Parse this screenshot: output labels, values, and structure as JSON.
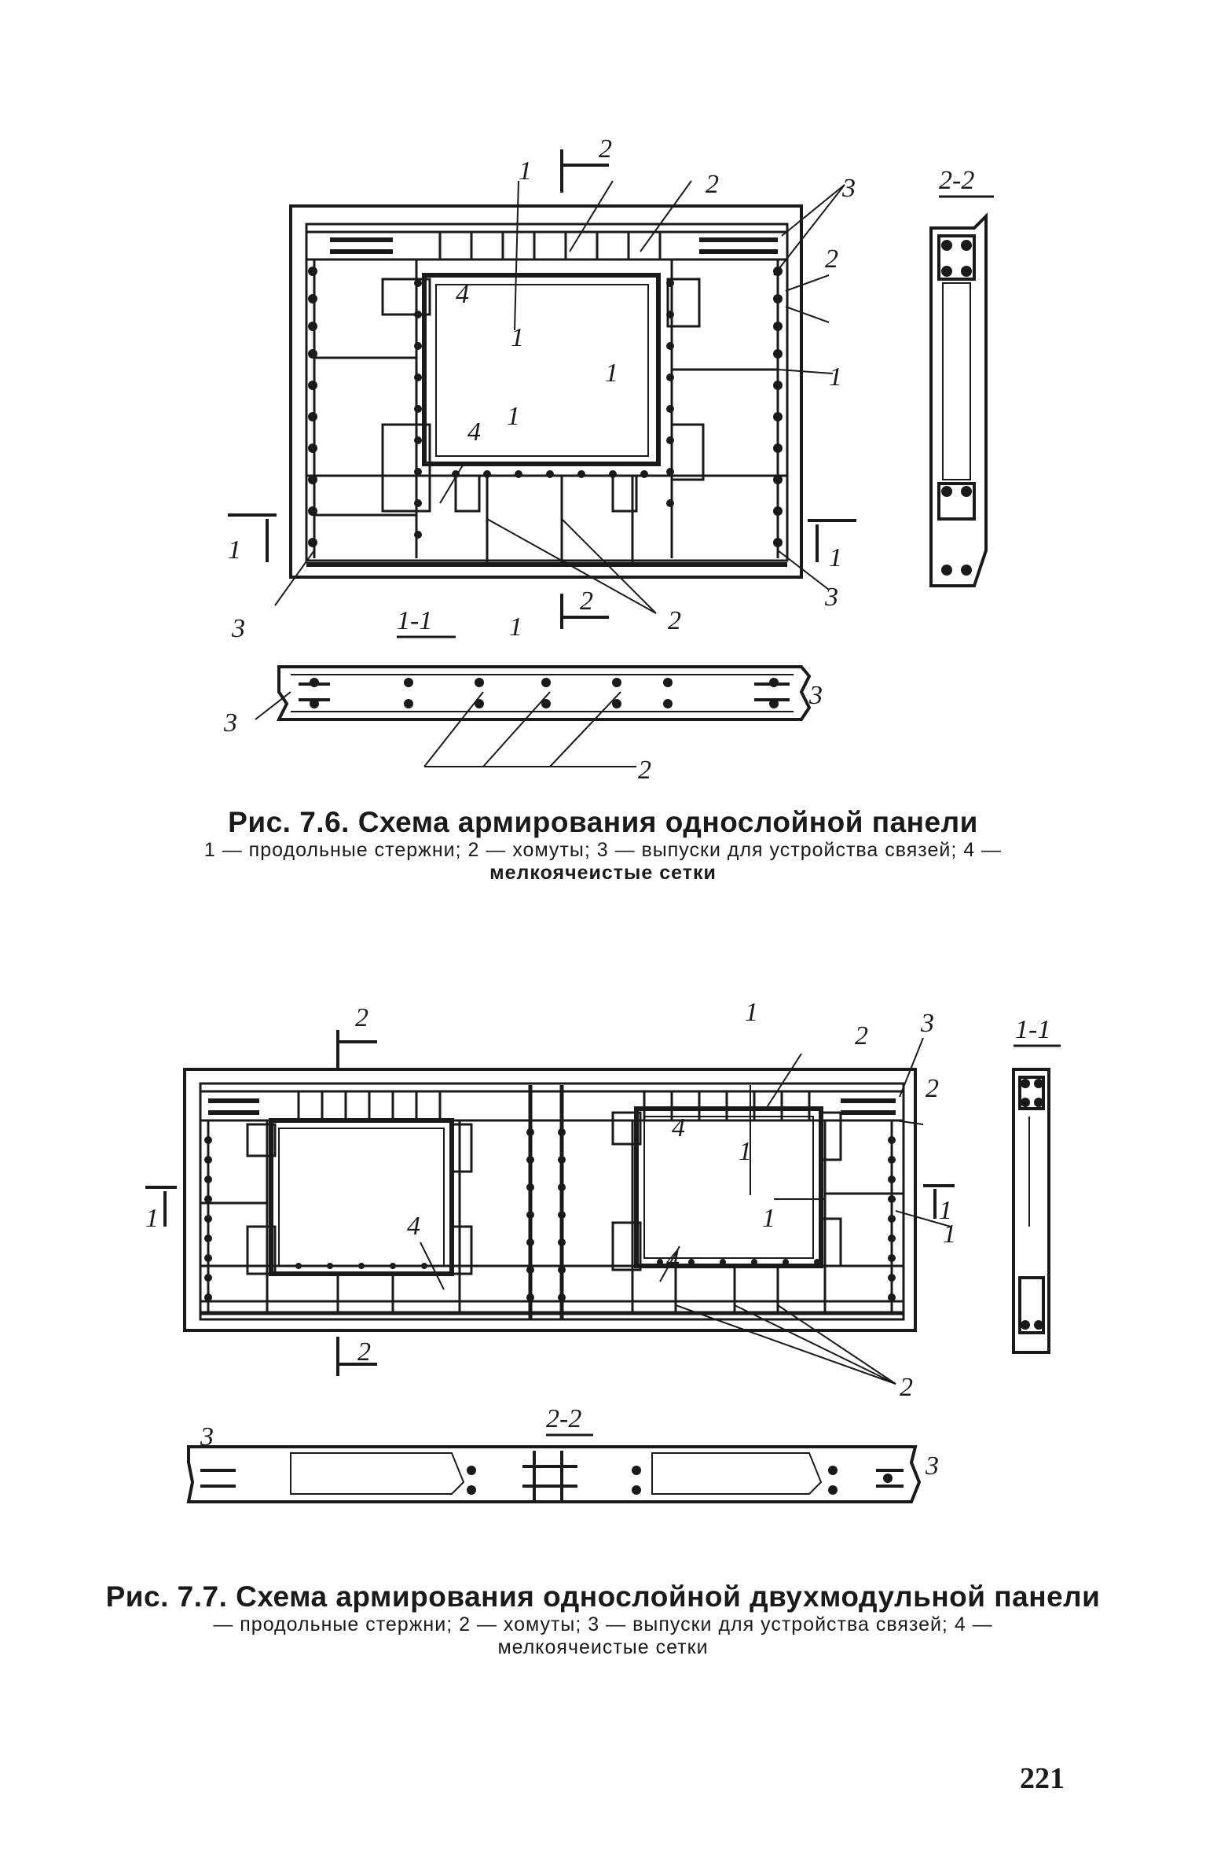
{
  "figure1": {
    "title": "Рис. 7.6. Схема армирования однослойной панели",
    "legend_line1": "1 — продольные стержни; 2 — хомуты; 3 — выпуски для устройства связей; 4 —",
    "legend_line2": "мелкоячеистые сетки",
    "labels": {
      "one": "1",
      "two": "2",
      "three": "3",
      "four": "4",
      "section_11": "1-1",
      "section_22": "2-2"
    }
  },
  "figure2": {
    "title": "Рис. 7.7. Схема армирования однослойной двухмодульной панели",
    "legend_line1": "— продольные стержни; 2 — хомуты; 3 — выпуски для устройства связей; 4 —",
    "legend_line2": "мелкоячеистые сетки",
    "labels": {
      "one": "1",
      "two": "2",
      "three": "3",
      "four": "4",
      "section_11": "1-1",
      "section_22": "2-2"
    }
  },
  "page_number": "221"
}
